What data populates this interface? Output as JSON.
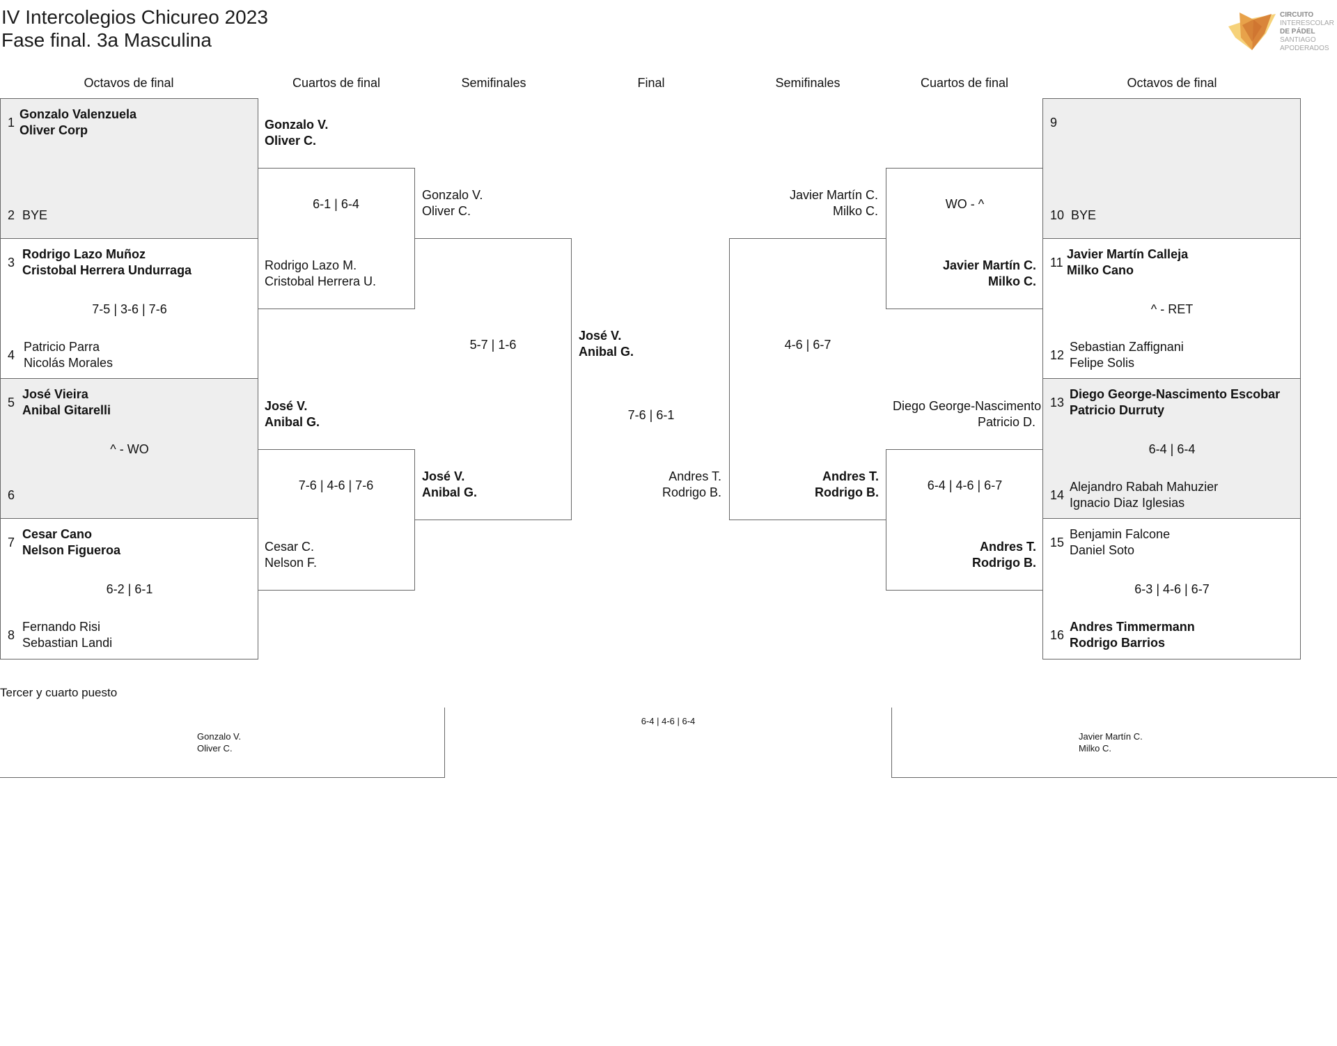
{
  "header": {
    "title_line1": "IV Intercolegios Chicureo 2023",
    "title_line2": "Fase final. 3a Masculina",
    "logo_line1": "CIRCUITO",
    "logo_line2": "INTERESCOLAR",
    "logo_line3": "DE PÁDEL",
    "logo_line4": "SANTIAGO",
    "logo_line5": "APODERADOS"
  },
  "columns": {
    "left_r16": "Octavos de final",
    "left_qf": "Cuartos de final",
    "left_sf": "Semifinales",
    "final": "Final",
    "right_sf": "Semifinales",
    "right_qf": "Cuartos de final",
    "right_r16": "Octavos de final"
  },
  "left_r16": {
    "m1": {
      "seed_a": "1",
      "team_a_1": "Gonzalo Valenzuela",
      "team_a_2": "Oliver Corp",
      "score": "",
      "seed_b": "2",
      "team_b": "BYE"
    },
    "m2": {
      "seed_a": "3",
      "team_a_1": "Rodrigo Lazo Muñoz",
      "team_a_2": "Cristobal Herrera Undurraga",
      "score": "7-5 | 3-6 | 7-6",
      "seed_b": "4",
      "team_b_1": "Patricio Parra",
      "team_b_2": "Nicolás Morales"
    },
    "m3": {
      "seed_a": "5",
      "team_a_1": "José Vieira",
      "team_a_2": "Anibal Gitarelli",
      "score": "^ - WO",
      "seed_b": "6",
      "team_b": ""
    },
    "m4": {
      "seed_a": "7",
      "team_a_1": "Cesar Cano",
      "team_a_2": "Nelson Figueroa",
      "score": "6-2 | 6-1",
      "seed_b": "8",
      "team_b_1": "Fernando Risi",
      "team_b_2": "Sebastian Landi"
    }
  },
  "left_qf": {
    "m1": {
      "top_1": "Gonzalo V.",
      "top_2": "Oliver C.",
      "score": "6-1 | 6-4",
      "bot_1": "Rodrigo Lazo M.",
      "bot_2": "Cristobal Herrera U."
    },
    "m2": {
      "top_1": "José V.",
      "top_2": "Anibal G.",
      "score": "7-6 | 4-6 | 7-6",
      "bot_1": "Cesar C.",
      "bot_2": "Nelson F."
    }
  },
  "left_sf": {
    "top_1": "Gonzalo V.",
    "top_2": "Oliver C.",
    "score": "5-7 | 1-6",
    "bot_1": "José V.",
    "bot_2": "Anibal G."
  },
  "final": {
    "top_1": "José V.",
    "top_2": "Anibal G.",
    "score": "7-6 | 6-1",
    "bot_1": "Andres T.",
    "bot_2": "Rodrigo B."
  },
  "right_sf": {
    "top_1": "Javier Martín C.",
    "top_2": "Milko C.",
    "score": "4-6 | 6-7",
    "bot_1": "Andres T.",
    "bot_2": "Rodrigo B."
  },
  "right_qf": {
    "m1": {
      "top_1": "",
      "top_2": "",
      "score": "WO - ^",
      "bot_1": "Javier Martín C.",
      "bot_2": "Milko C."
    },
    "m2": {
      "top_1": "Diego George-Nascimento E.",
      "top_2": "Patricio D.",
      "score": "6-4 | 4-6 | 6-7",
      "bot_1": "Andres T.",
      "bot_2": "Rodrigo B."
    }
  },
  "right_r16": {
    "m1": {
      "seed_a": "9",
      "team_a": "",
      "score": "",
      "seed_b": "10",
      "team_b": "BYE"
    },
    "m2": {
      "seed_a": "11",
      "team_a_1": "Javier Martín Calleja",
      "team_a_2": "Milko Cano",
      "score": "^ - RET",
      "seed_b": "12",
      "team_b_1": "Sebastian Zaffignani",
      "team_b_2": "Felipe Solis"
    },
    "m3": {
      "seed_a": "13",
      "team_a_1": "Diego George-Nascimento Escobar",
      "team_a_2": "Patricio Durruty",
      "score": "6-4 | 6-4",
      "seed_b": "14",
      "team_b_1": "Alejandro Rabah Mahuzier",
      "team_b_2": "Ignacio Diaz Iglesias"
    },
    "m4": {
      "seed_a": "15",
      "team_a_1": "Benjamin Falcone",
      "team_a_2": "Daniel Soto",
      "score": "6-3 | 4-6 | 6-7",
      "seed_b": "16",
      "team_b_1": "Andres Timmermann",
      "team_b_2": "Rodrigo Barrios"
    }
  },
  "third_place": {
    "label": "Tercer y cuarto puesto",
    "left_1": "Gonzalo V.",
    "left_2": "Oliver C.",
    "score": "6-4 | 4-6 | 6-4",
    "right_1": "Javier Martín C.",
    "right_2": "Milko C."
  },
  "colors": {
    "border": "#666666",
    "shade": "#eeeeee",
    "text": "#111111"
  }
}
